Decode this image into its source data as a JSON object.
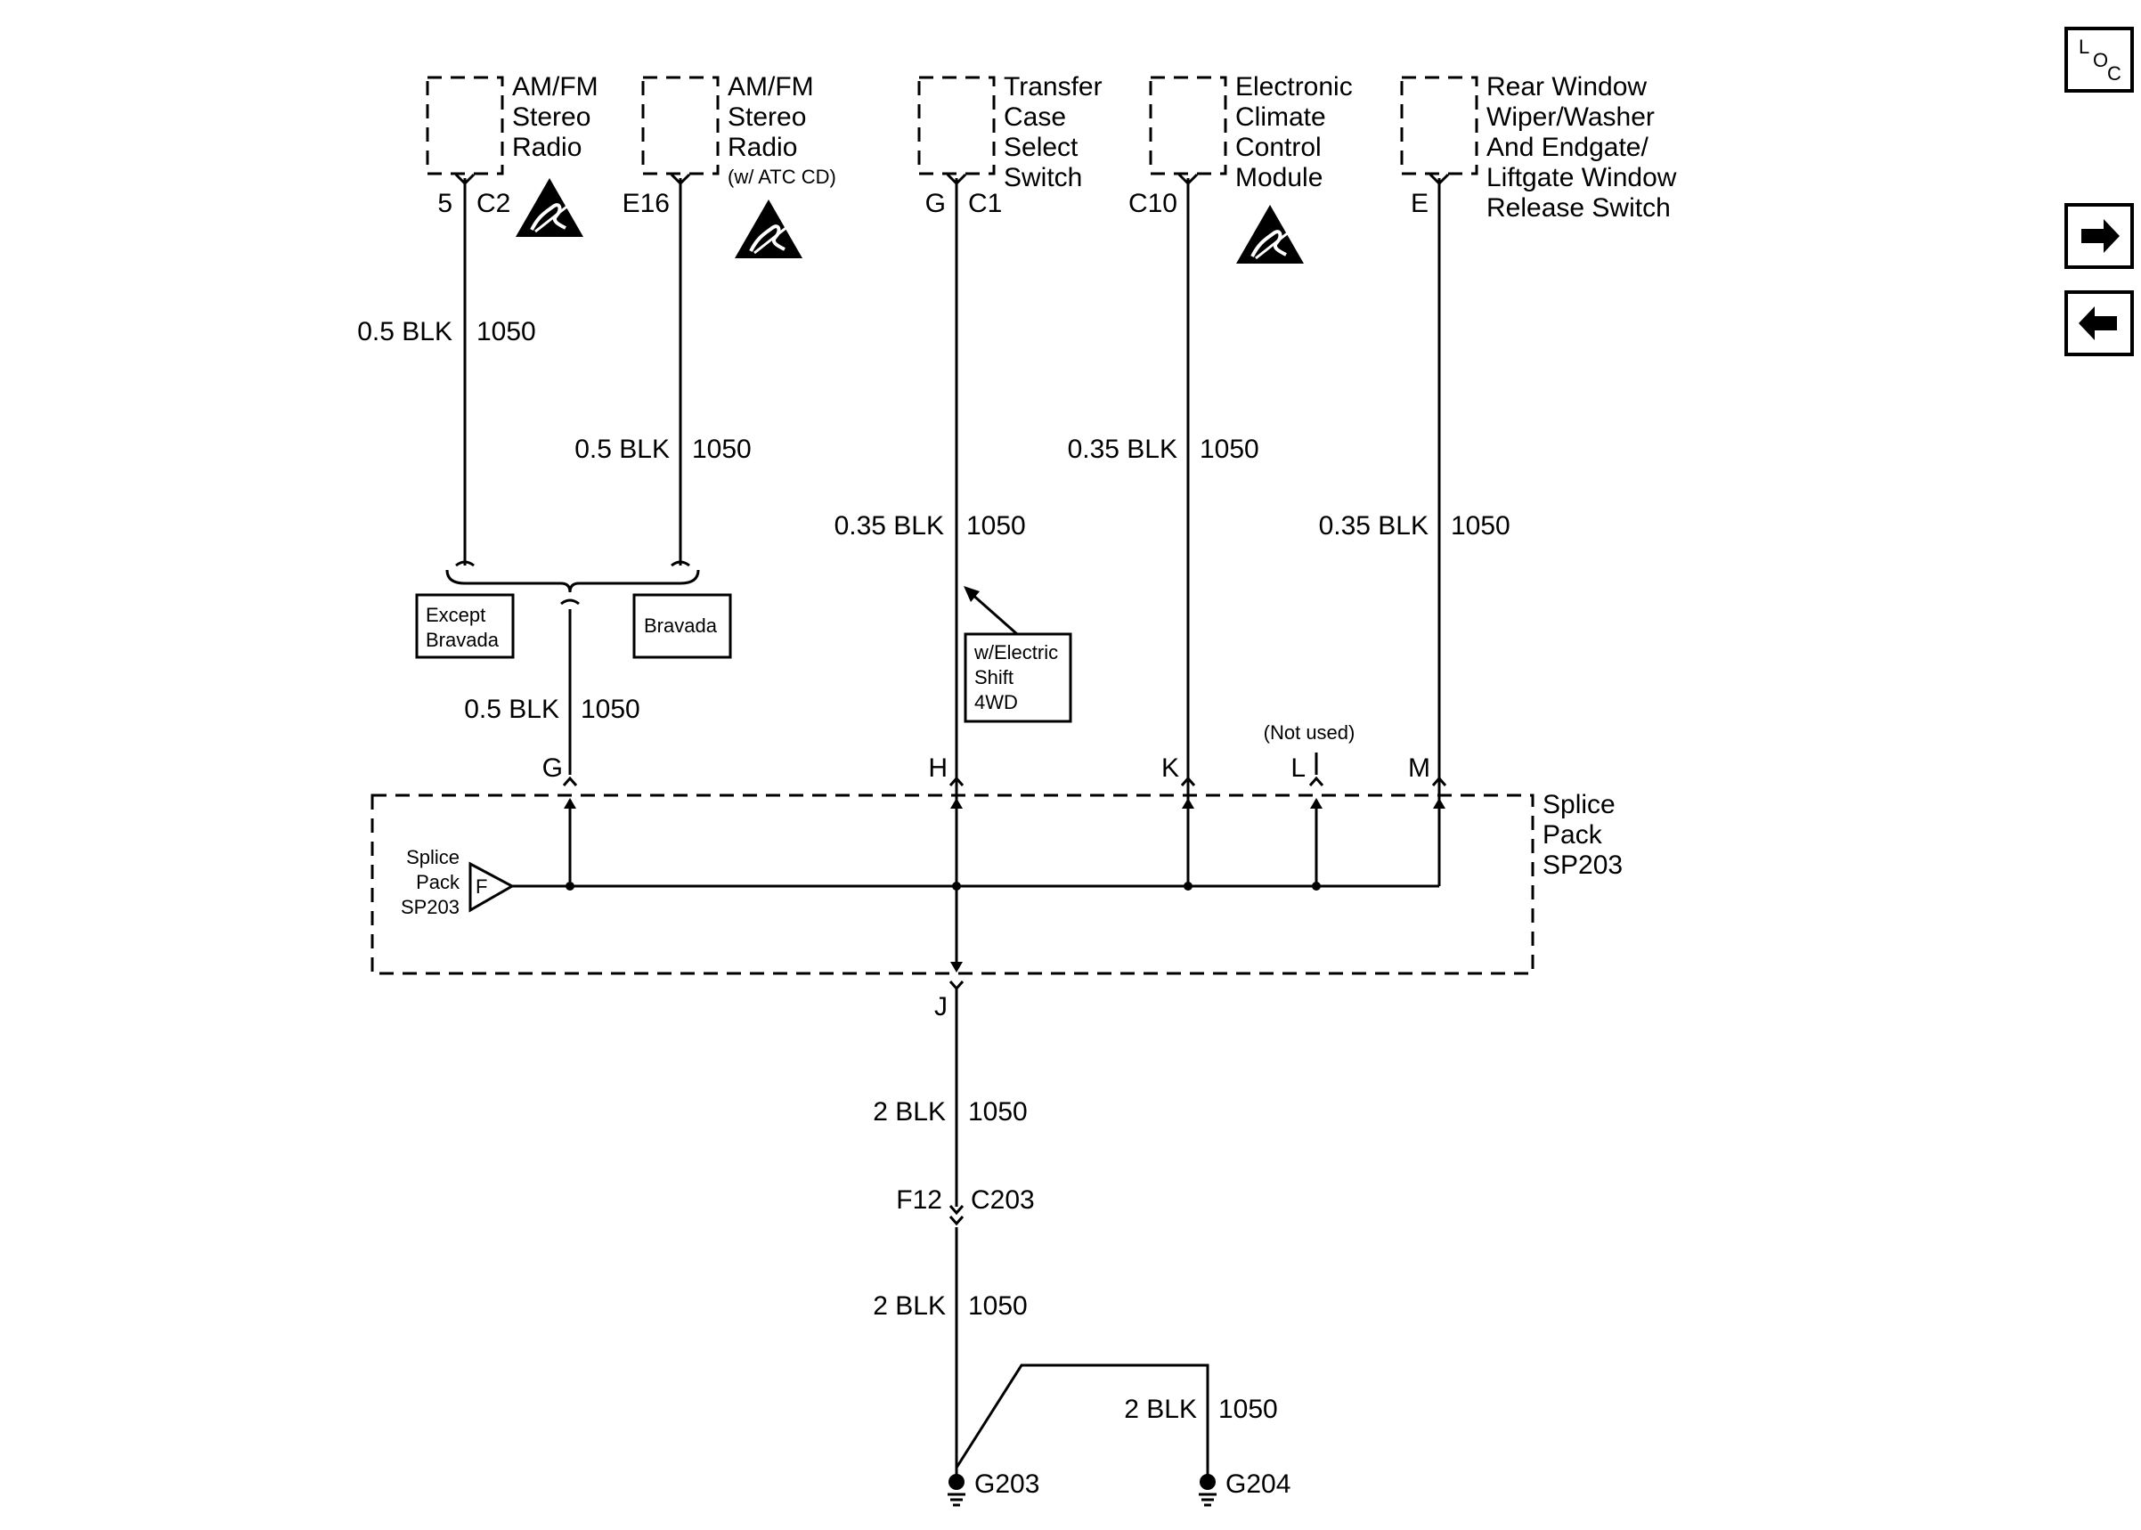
{
  "components": [
    {
      "name": "AM/FM Stereo Radio",
      "lines": [
        "AM/FM",
        "Stereo",
        "Radio"
      ],
      "note": "",
      "pin": "5",
      "connector": "C2",
      "wire": {
        "gauge_color": "0.5 BLK",
        "circuit": "1050"
      },
      "esd": true
    },
    {
      "name": "AM/FM Stereo Radio",
      "lines": [
        "AM/FM",
        "Stereo",
        "Radio"
      ],
      "note": "(w/ ATC CD)",
      "pin": "E16",
      "connector": "",
      "wire": {
        "gauge_color": "0.5 BLK",
        "circuit": "1050"
      },
      "esd": true
    },
    {
      "name": "Transfer Case Select Switch",
      "lines": [
        "Transfer",
        "Case",
        "Select",
        "Switch"
      ],
      "note": "",
      "pin": "G",
      "connector": "C1",
      "wire": {
        "gauge_color": "0.35 BLK",
        "circuit": "1050"
      },
      "esd": false
    },
    {
      "name": "Electronic Climate Control Module",
      "lines": [
        "Electronic",
        "Climate",
        "Control",
        "Module"
      ],
      "note": "",
      "pin": "C10",
      "connector": "",
      "wire": {
        "gauge_color": "0.35 BLK",
        "circuit": "1050"
      },
      "esd": true
    },
    {
      "name": "Rear Window Wiper/Washer And Endgate/Liftgate Window Release Switch",
      "lines": [
        "Rear Window",
        "Wiper/Washer",
        "And Endgate/",
        "Liftgate Window",
        "Release Switch"
      ],
      "note": "",
      "pin": "E",
      "connector": "",
      "wire": {
        "gauge_color": "0.35 BLK",
        "circuit": "1050"
      },
      "esd": false
    }
  ],
  "options": {
    "except_bravada": [
      "Except",
      "Bravada"
    ],
    "bravada": "Bravada",
    "electric_shift": [
      "w/Electric",
      "Shift",
      "4WD"
    ]
  },
  "merged_wire": {
    "gauge_color": "0.5 BLK",
    "circuit": "1050"
  },
  "splice_pack": {
    "title_lines": [
      "Splice",
      "Pack",
      "SP203"
    ],
    "inner_label_lines": [
      "Splice",
      "Pack",
      "SP203"
    ],
    "inner_pin": "F",
    "pins_top": [
      "G",
      "H",
      "K",
      "L",
      "M"
    ],
    "not_used_note": "(Not used)",
    "pin_bottom": "J"
  },
  "output_wire": {
    "gauge_color": "2 BLK",
    "circuit": "1050"
  },
  "inline_connector": {
    "pin": "F12",
    "connector": "C203"
  },
  "ground_wire_1": {
    "gauge_color": "2 BLK",
    "circuit": "1050"
  },
  "ground_wire_2": {
    "gauge_color": "2 BLK",
    "circuit": "1050"
  },
  "grounds": [
    "G203",
    "G204"
  ],
  "nav": {
    "loc_label_letters": [
      "L",
      "O",
      "C"
    ],
    "next_icon": "arrow-right-icon",
    "back_icon": "arrow-left-icon"
  }
}
